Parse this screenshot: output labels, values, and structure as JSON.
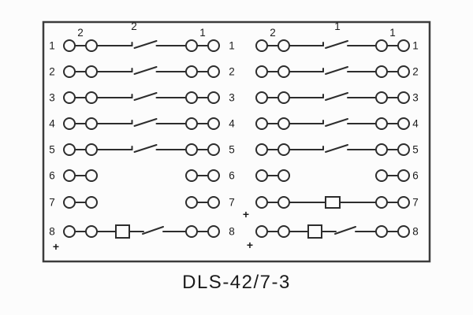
{
  "title": "DLS-42/7-3",
  "diagram": {
    "left_group": {
      "top_labels": [
        "2",
        "2",
        "1"
      ],
      "plus_marks": [
        "+"
      ],
      "rows": [
        {
          "num": "1",
          "type": "switch"
        },
        {
          "num": "2",
          "type": "switch"
        },
        {
          "num": "3",
          "type": "switch"
        },
        {
          "num": "4",
          "type": "switch"
        },
        {
          "num": "5",
          "type": "switch"
        },
        {
          "num": "6",
          "type": "plain"
        },
        {
          "num": "7",
          "type": "plain"
        },
        {
          "num": "8",
          "type": "resistor_switch"
        }
      ]
    },
    "right_group": {
      "top_labels": [
        "2",
        "1",
        "1"
      ],
      "plus_marks": [
        "+",
        "+"
      ],
      "rows": [
        {
          "num": "1",
          "type": "switch"
        },
        {
          "num": "2",
          "type": "switch"
        },
        {
          "num": "3",
          "type": "switch"
        },
        {
          "num": "4",
          "type": "switch"
        },
        {
          "num": "5",
          "type": "switch"
        },
        {
          "num": "6",
          "type": "plain"
        },
        {
          "num": "7",
          "type": "resistor_line"
        },
        {
          "num": "8",
          "type": "resistor_switch"
        }
      ]
    }
  }
}
